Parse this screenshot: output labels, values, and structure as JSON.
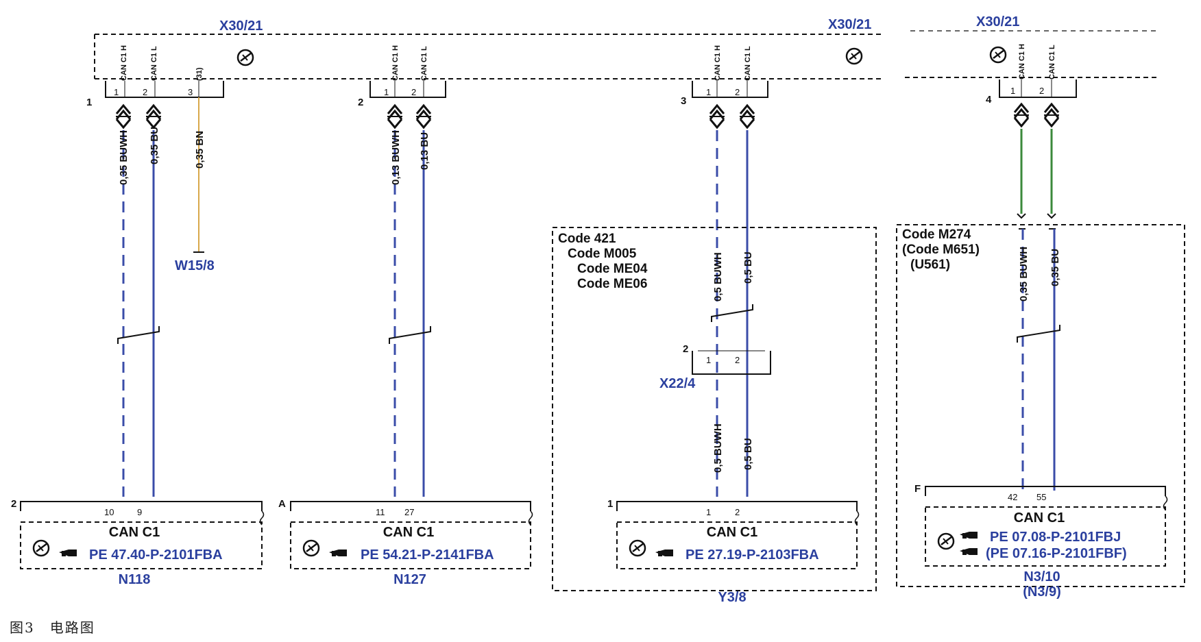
{
  "connectors": {
    "x30_21_left": "X30/21",
    "x30_21_mid": "X30/21",
    "x30_21_right": "X30/21",
    "x22_4": "X22/4",
    "w15_8": "W15/8"
  },
  "signals": {
    "can_c1_h": "CAN C1 H",
    "can_c1_l": "CAN C1 L",
    "pin31": "(31)"
  },
  "wires": {
    "n118_h": "0,35 BUWH",
    "n118_l": "0,35 BU",
    "w15_bn": "0,35 BN",
    "n127_h": "0,13 BUWH",
    "n127_l": "0,13 BU",
    "y38_h_top": "0,5 BUWH",
    "y38_l_top": "0,5 BU",
    "y38_h_bot": "0,5 BUWH",
    "y38_l_bot": "0,5 BU",
    "n310_h": "0,35 BUWH",
    "n310_l": "0,35 BU"
  },
  "pins": {
    "p1": "1",
    "p2": "2",
    "p3": "3",
    "bus1": "1",
    "bus2": "2",
    "bus3": "3",
    "bus4": "4",
    "n118_10": "10",
    "n118_9": "9",
    "n127_11": "11",
    "n127_27": "27",
    "y38_1": "1",
    "y38_2": "2",
    "n310_42": "42",
    "n310_55": "55",
    "box_n118": "2",
    "box_n127": "A",
    "box_y38": "1",
    "box_n310": "F",
    "x22_num": "2"
  },
  "codes": {
    "y38": [
      "Code 421",
      "Code M005",
      "Code ME04",
      "Code ME06"
    ],
    "n310": [
      "Code M274",
      "(Code M651)",
      "(U561)"
    ]
  },
  "modules": {
    "n118": {
      "bus": "CAN C1",
      "pe": "PE 47.40-P-2101FBA",
      "name": "N118"
    },
    "n127": {
      "bus": "CAN C1",
      "pe": "PE 54.21-P-2141FBA",
      "name": "N127"
    },
    "y38": {
      "bus": "CAN C1",
      "pe": "PE 27.19-P-2103FBA",
      "name": "Y3/8"
    },
    "n310": {
      "bus": "CAN C1",
      "pe1": "PE 07.08-P-2101FBJ",
      "pe2": "(PE 07.16-P-2101FBF)",
      "name": "N3/10",
      "name2": "(N3/9)"
    }
  },
  "caption": "图3　电路图",
  "colors": {
    "wire_blue": "#3a4ca8",
    "wire_bn": "#d8a84a",
    "wire_green": "#3b8a3b",
    "label_blue": "#2a3f9e"
  }
}
